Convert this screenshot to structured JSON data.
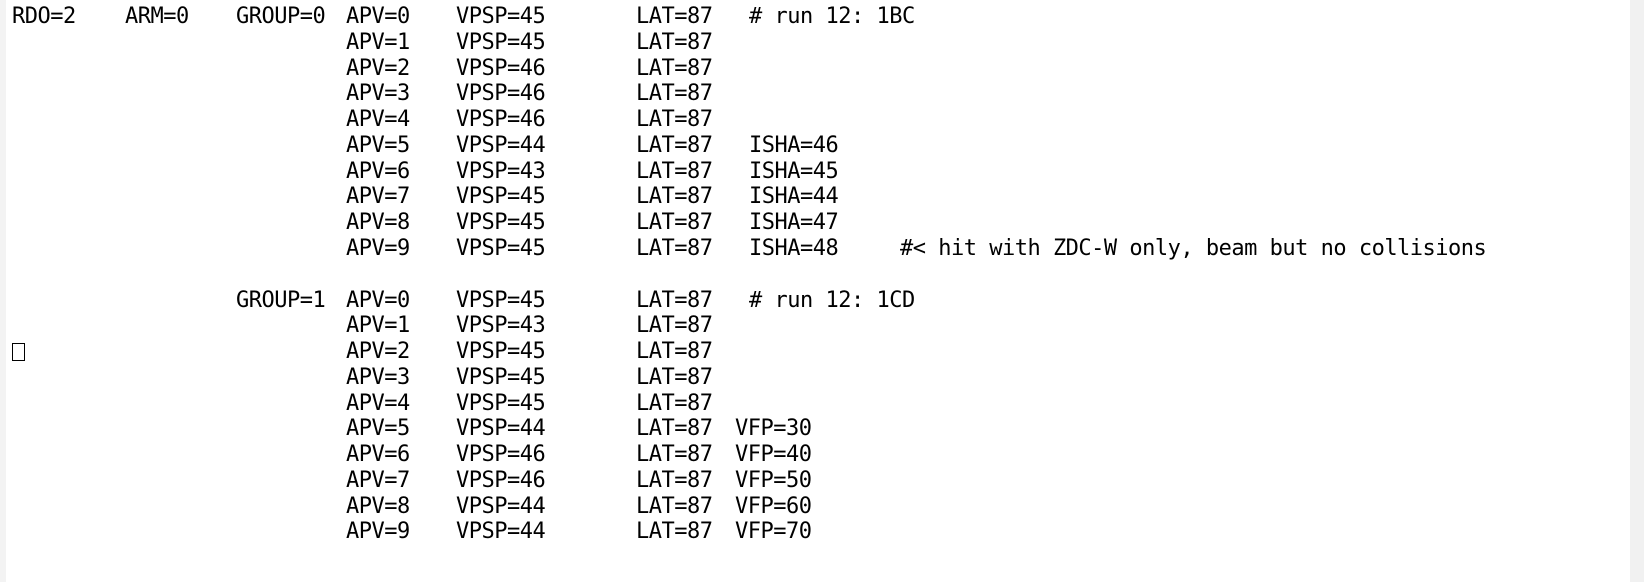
{
  "rdo": "RDO=2",
  "arm": "ARM=0",
  "group0": {
    "label": "GROUP=0",
    "rows": [
      {
        "apv": "APV=0",
        "vpsp": "VPSP=45",
        "lat": "LAT=87",
        "extra": "# run 12: 1BC",
        "comment": ""
      },
      {
        "apv": "APV=1",
        "vpsp": "VPSP=45",
        "lat": "LAT=87",
        "extra": "",
        "comment": ""
      },
      {
        "apv": "APV=2",
        "vpsp": "VPSP=46",
        "lat": "LAT=87",
        "extra": "",
        "comment": ""
      },
      {
        "apv": "APV=3",
        "vpsp": "VPSP=46",
        "lat": "LAT=87",
        "extra": "",
        "comment": ""
      },
      {
        "apv": "APV=4",
        "vpsp": "VPSP=46",
        "lat": "LAT=87",
        "extra": "",
        "comment": ""
      },
      {
        "apv": "APV=5",
        "vpsp": "VPSP=44",
        "lat": "LAT=87",
        "extra": "ISHA=46",
        "comment": ""
      },
      {
        "apv": "APV=6",
        "vpsp": "VPSP=43",
        "lat": "LAT=87",
        "extra": "ISHA=45",
        "comment": ""
      },
      {
        "apv": "APV=7",
        "vpsp": "VPSP=45",
        "lat": "LAT=87",
        "extra": "ISHA=44",
        "comment": ""
      },
      {
        "apv": "APV=8",
        "vpsp": "VPSP=45",
        "lat": "LAT=87",
        "extra": "ISHA=47",
        "comment": ""
      },
      {
        "apv": "APV=9",
        "vpsp": "VPSP=45",
        "lat": "LAT=87",
        "extra": "ISHA=48",
        "comment": "#< hit with ZDC-W only, beam but no collisions"
      }
    ]
  },
  "group1": {
    "label": "GROUP=1",
    "rows": [
      {
        "apv": "APV=0",
        "vpsp": "VPSP=45",
        "lat": "LAT=87",
        "extra": "# run 12: 1CD"
      },
      {
        "apv": "APV=1",
        "vpsp": "VPSP=43",
        "lat": "LAT=87",
        "extra": ""
      },
      {
        "apv": "APV=2",
        "vpsp": "VPSP=45",
        "lat": "LAT=87",
        "extra": ""
      },
      {
        "apv": "APV=3",
        "vpsp": "VPSP=45",
        "lat": "LAT=87",
        "extra": ""
      },
      {
        "apv": "APV=4",
        "vpsp": "VPSP=45",
        "lat": "LAT=87",
        "extra": ""
      },
      {
        "apv": "APV=5",
        "vpsp": "VPSP=44",
        "lat": "LAT=87",
        "extra": "VFP=30"
      },
      {
        "apv": "APV=6",
        "vpsp": "VPSP=46",
        "lat": "LAT=87",
        "extra": "VFP=40"
      },
      {
        "apv": "APV=7",
        "vpsp": "VPSP=46",
        "lat": "LAT=87",
        "extra": "VFP=50"
      },
      {
        "apv": "APV=8",
        "vpsp": "VPSP=44",
        "lat": "LAT=87",
        "extra": "VFP=60"
      },
      {
        "apv": "APV=9",
        "vpsp": "VPSP=44",
        "lat": "LAT=87",
        "extra": "VFP=70"
      }
    ]
  },
  "cursor_icon": "text-cursor-box-icon"
}
